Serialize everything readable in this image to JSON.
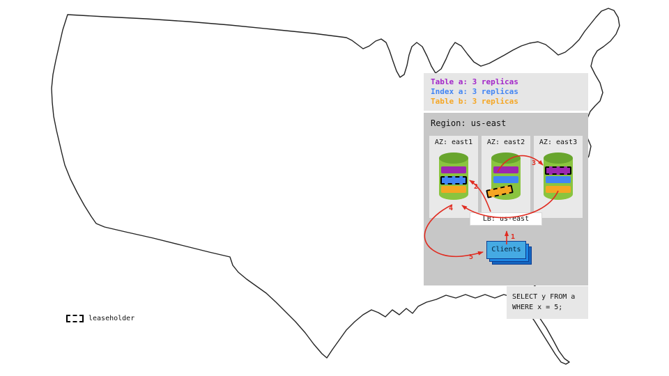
{
  "legend": {
    "items": [
      {
        "label": "Table a: 3 replicas",
        "color": "#a326c9"
      },
      {
        "label": "Index a: 3 replicas",
        "color": "#4285f4"
      },
      {
        "label": "Table b: 3 replicas",
        "color": "#f5a623"
      }
    ]
  },
  "region": {
    "title": "Region: us-east",
    "lb": "LB: us-east",
    "azs": [
      {
        "label": "AZ: east1"
      },
      {
        "label": "AZ: east2"
      },
      {
        "label": "AZ: east3"
      }
    ]
  },
  "clients": {
    "label": "Clients"
  },
  "query": {
    "lines": [
      "SELECT y FROM a",
      "WHERE x = 5;"
    ]
  },
  "key": {
    "leaseholder": "leaseholder"
  },
  "flow": {
    "steps": [
      "1",
      "2",
      "3",
      "4",
      "5"
    ]
  },
  "colors": {
    "table_a": "#9c27b0",
    "index_a": "#4285f4",
    "table_b": "#f5a623",
    "arrow": "#e02b20",
    "cylinder_body": "#8ac43f",
    "cylinder_top": "#68a52d",
    "clients_front": "#45aae3",
    "clients_mid": "#1e88e5",
    "clients_back": "#1565c0",
    "legend_bg": "#e6e6e6",
    "region_bg": "#c7c7c7",
    "az_bg": "#e9e9e9"
  }
}
